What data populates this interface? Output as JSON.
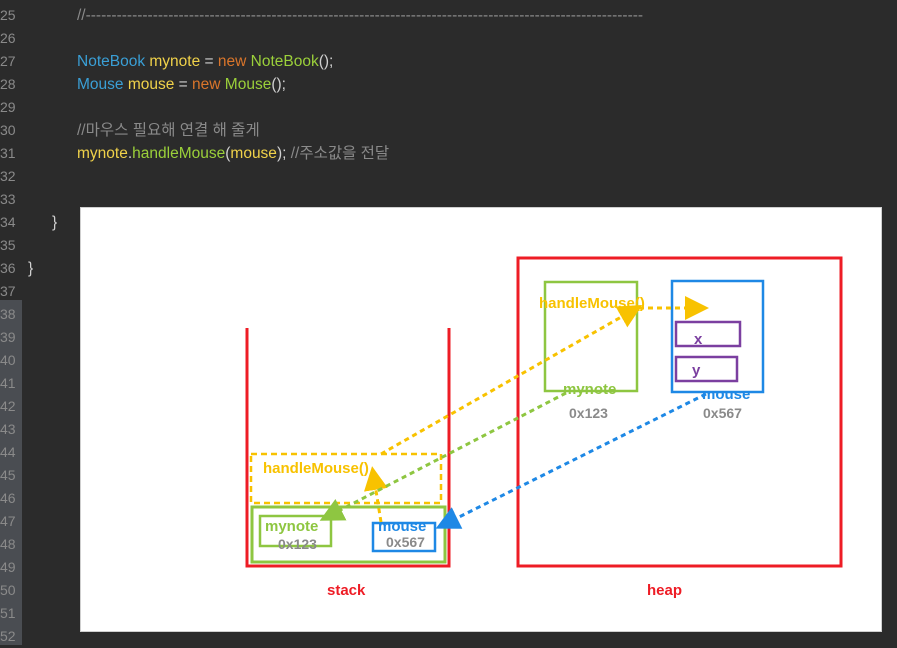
{
  "gutter": {
    "line_numbers": [
      "25",
      "26",
      "27",
      "28",
      "29",
      "30",
      "31",
      "32",
      "33",
      "34",
      "35",
      "36",
      "37",
      "38",
      "39",
      "40",
      "41",
      "42",
      "43",
      "44",
      "45",
      "46",
      "47",
      "48",
      "49",
      "50",
      "51",
      "52"
    ]
  },
  "code": {
    "l25": "//------------------------------------------------------------------------------------------------------------",
    "l27": {
      "type": "NoteBook",
      "var": "mynote",
      "eq": " = ",
      "kw": "new",
      "cls": "NoteBook",
      "tail": "();"
    },
    "l28": {
      "type": "Mouse",
      "var": "mouse",
      "eq": " = ",
      "kw": "new",
      "cls": "Mouse",
      "tail": "();"
    },
    "l30": "//마우스 필요해 연결 해 줄게",
    "l31": {
      "obj": "mynote",
      "dot": ".",
      "method": "handleMouse",
      "open": "(",
      "arg": "mouse",
      "close": ");",
      "comment": " //주소값을 전달"
    },
    "l34": "}",
    "l36": "}"
  },
  "diagram": {
    "stack_label": "stack",
    "heap_label": "heap",
    "stack_method": "handleMouse()",
    "stack_mynote": "mynote",
    "stack_mynote_addr": "0x123",
    "stack_mouse": "mouse",
    "stack_mouse_addr": "0x567",
    "heap_method": "handleMouse()",
    "heap_mynote": "mynote",
    "heap_mynote_addr": "0x123",
    "heap_mouse": "mouse",
    "heap_mouse_addr": "0x567",
    "field_x": "x",
    "field_y": "y",
    "colors": {
      "red": "#ee1c25",
      "green": "#8ec641",
      "yellow": "#f8c200",
      "blue": "#1e88e5",
      "purple": "#7b3fa0",
      "gray": "#8a8a8a"
    }
  }
}
